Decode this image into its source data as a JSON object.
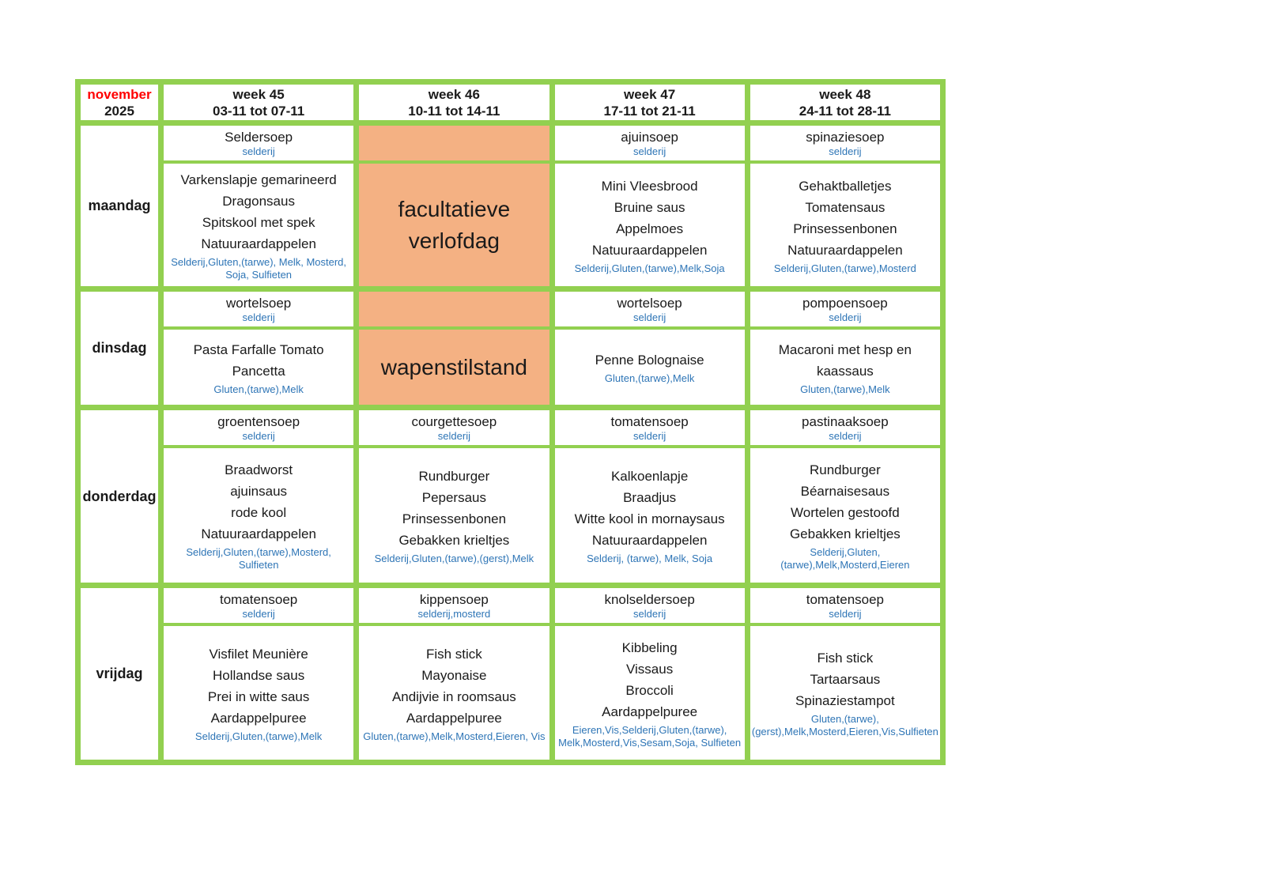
{
  "header": {
    "month": "november",
    "year": "2025",
    "weeks": [
      {
        "label": "week 45",
        "dates": "03-11 tot 07-11"
      },
      {
        "label": "week 46",
        "dates": "10-11 tot 14-11"
      },
      {
        "label": "week 47",
        "dates": "17-11 tot 21-11"
      },
      {
        "label": "week 48",
        "dates": "24-11 tot 28-11"
      }
    ]
  },
  "colors": {
    "border_green": "#92D050",
    "holiday_orange": "#F4B183",
    "allergen_blue": "#2E75B6",
    "month_red": "#FF0000"
  },
  "rows": [
    {
      "day": "maandag",
      "cells": [
        {
          "soup": "Seldersoep",
          "soup_allergens": "selderij",
          "main": "Varkenslapje gemarineerd\nDragonsaus\nSpitskool met spek\nNatuuraardappelen",
          "main_allergens": "Selderij,Gluten,(tarwe), Melk, Mosterd, Soja, Sulfieten"
        },
        {
          "holiday": "facultatieve verlofdag"
        },
        {
          "soup": "ajuinsoep",
          "soup_allergens": "selderij",
          "main": "Mini Vleesbrood\nBruine saus\nAppelmoes\nNatuuraardappelen",
          "main_allergens": "Selderij,Gluten,(tarwe),Melk,Soja"
        },
        {
          "soup": "spinaziesoep",
          "soup_allergens": "selderij",
          "main": "Gehaktballetjes\nTomatensaus\nPrinsessenbonen\nNatuuraardappelen",
          "main_allergens": "Selderij,Gluten,(tarwe),Mosterd"
        }
      ]
    },
    {
      "day": "dinsdag",
      "cells": [
        {
          "soup": "wortelsoep",
          "soup_allergens": "selderij",
          "main": "Pasta Farfalle Tomato\nPancetta",
          "main_allergens": "Gluten,(tarwe),Melk"
        },
        {
          "holiday": "wapenstilstand"
        },
        {
          "soup": "wortelsoep",
          "soup_allergens": "selderij",
          "main": "Penne Bolognaise",
          "main_allergens": "Gluten,(tarwe),Melk"
        },
        {
          "soup": "pompoensoep",
          "soup_allergens": "selderij",
          "main": "Macaroni met hesp en kaassaus",
          "main_allergens": "Gluten,(tarwe),Melk"
        }
      ]
    },
    {
      "day": "donderdag",
      "cells": [
        {
          "soup": "groentensoep",
          "soup_allergens": "selderij",
          "main": "Braadworst\najuinsaus\nrode kool\nNatuuraardappelen",
          "main_allergens": "Selderij,Gluten,(tarwe),Mosterd, Sulfieten"
        },
        {
          "soup": "courgettesoep",
          "soup_allergens": "selderij",
          "main": "Rundburger\nPepersaus\nPrinsessenbonen\nGebakken krieltjes",
          "main_allergens": "Selderij,Gluten,(tarwe),(gerst),Melk"
        },
        {
          "soup": "tomatensoep",
          "soup_allergens": "selderij",
          "main": "Kalkoenlapje\nBraadjus\nWitte kool in mornaysaus\nNatuuraardappelen",
          "main_allergens": "Selderij, (tarwe), Melk, Soja"
        },
        {
          "soup": "pastinaaksoep",
          "soup_allergens": "selderij",
          "main": "Rundburger\nBéarnaisesaus\nWortelen gestoofd\nGebakken krieltjes",
          "main_allergens": "Selderij,Gluten,(tarwe),Melk,Mosterd,Eieren"
        }
      ]
    },
    {
      "day": "vrijdag",
      "cells": [
        {
          "soup": "tomatensoep",
          "soup_allergens": "selderij",
          "main": "Visfilet Meunière\nHollandse saus\nPrei in witte saus\nAardappelpuree",
          "main_allergens": "Selderij,Gluten,(tarwe),Melk"
        },
        {
          "soup": "kippensoep",
          "soup_allergens": "selderij,mosterd",
          "main": "Fish stick\nMayonaise\nAndijvie in roomsaus\nAardappelpuree",
          "main_allergens": "Gluten,(tarwe),Melk,Mosterd,Eieren, Vis"
        },
        {
          "soup": "knolseldersoep",
          "soup_allergens": "selderij",
          "main": "Kibbeling\nVissaus\nBroccoli\nAardappelpuree",
          "main_allergens": "Eieren,Vis,Selderij,Gluten,(tarwe), Melk,Mosterd,Vis,Sesam,Soja, Sulfieten"
        },
        {
          "soup": "tomatensoep",
          "soup_allergens": "selderij",
          "main": "Fish stick\nTartaarsaus\nSpinaziestampot",
          "main_allergens": "Gluten,(tarwe),(gerst),Melk,Mosterd,Eieren,Vis,Sulfieten"
        }
      ]
    }
  ]
}
